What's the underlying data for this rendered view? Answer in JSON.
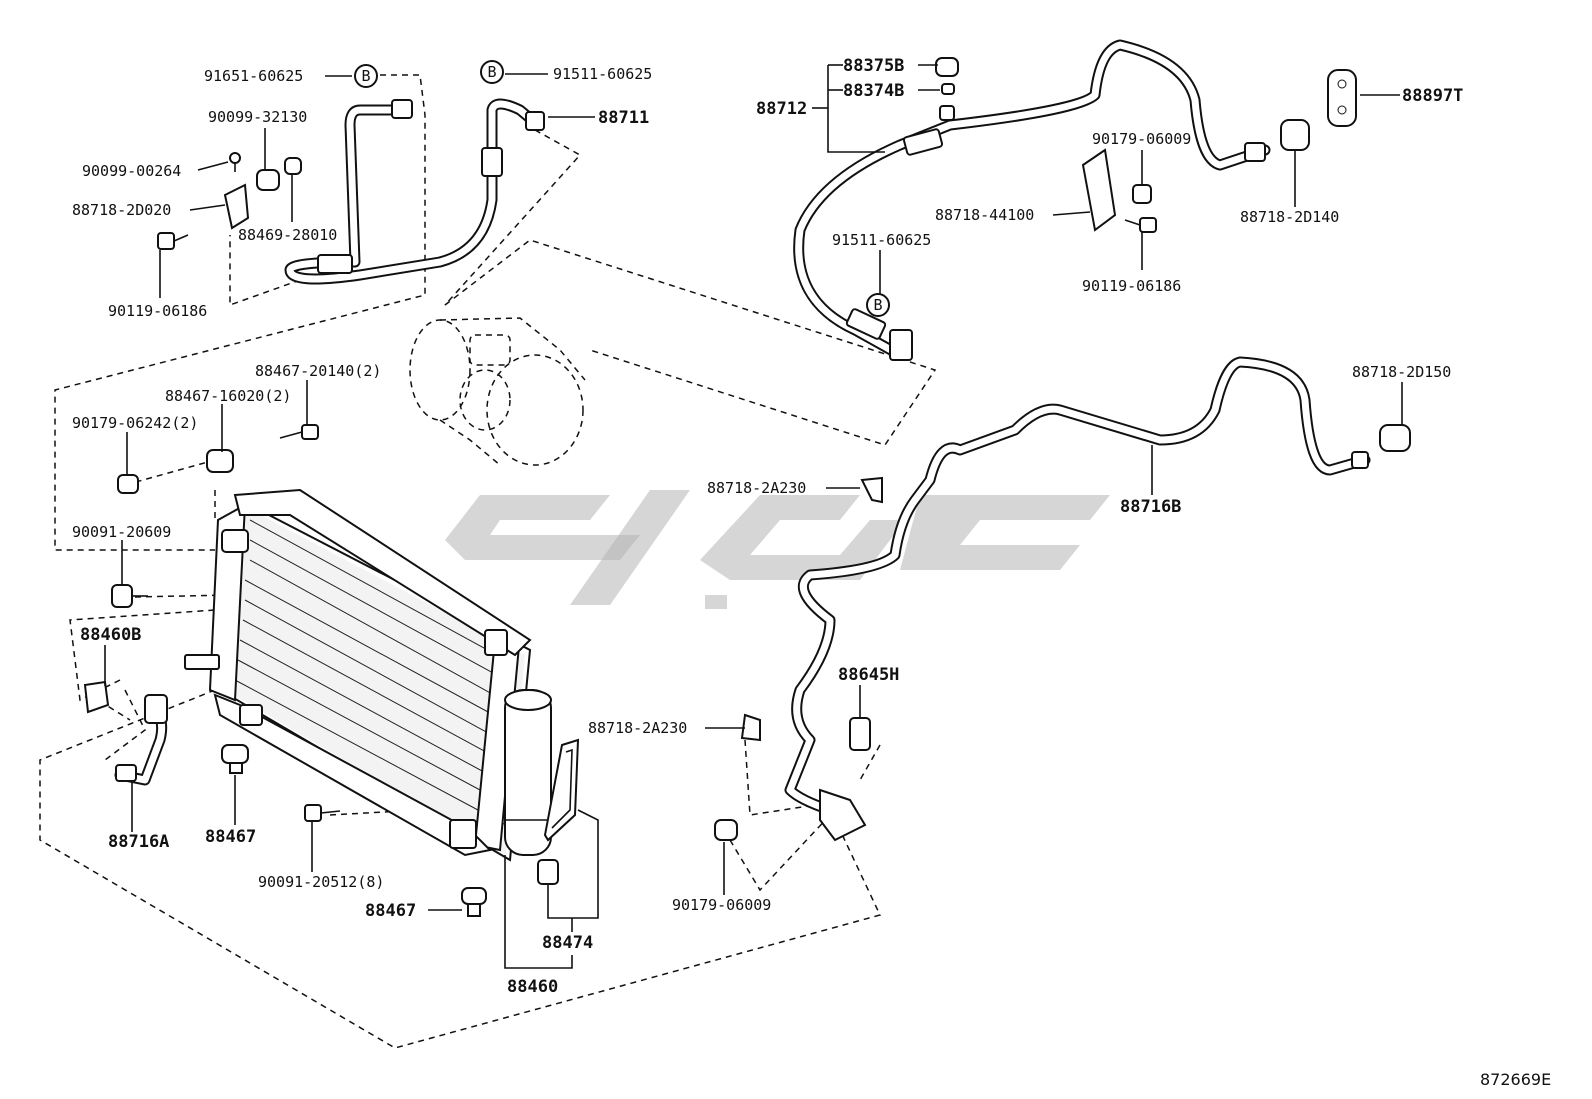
{
  "diagram_id": "872669E",
  "colors": {
    "ink": "#111111",
    "watermark": "#b5b5b5",
    "background": "#ffffff"
  },
  "callouts": {
    "p91651_60625": "91651-60625",
    "p91511_60625_top": "91511-60625",
    "p88711": "88711",
    "p90099_32130": "90099-32130",
    "p90099_00264": "90099-00264",
    "p88718_2D020": "88718-2D020",
    "p88469_28010": "88469-28010",
    "p90119_06186_left": "90119-06186",
    "p88375B": "88375B",
    "p88374B": "88374B",
    "p88712": "88712",
    "p88897T": "88897T",
    "p90179_06009_top": "90179-06009",
    "p88718_44100": "88718-44100",
    "p88718_2D140": "88718-2D140",
    "p91511_60625_mid": "91511-60625",
    "p90119_06186_right": "90119-06186",
    "p88467_20140": "88467-20140(2)",
    "p88467_16020": "88467-16020(2)",
    "p90179_06242": "90179-06242(2)",
    "p88718_2D150": "88718-2D150",
    "p88718_2A230_top": "88718-2A230",
    "p88716B": "88716B",
    "p90091_20609": "90091-20609",
    "p88460B": "88460B",
    "p88645H": "88645H",
    "p88718_2A230_bot": "88718-2A230",
    "p88716A": "88716A",
    "p88467_a": "88467",
    "p90091_20512": "90091-20512(8)",
    "p90179_06009_bot": "90179-06009",
    "p88467_b": "88467",
    "p88474": "88474",
    "p88460": "88460"
  },
  "marker_letter": "B"
}
